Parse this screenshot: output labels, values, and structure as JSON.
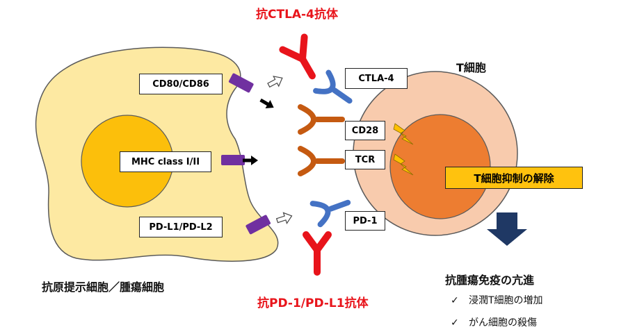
{
  "antibodies": {
    "anti_ctla4": "抗CTLA-4抗体",
    "anti_pd1": "抗PD-1/PD-L1抗体"
  },
  "cells": {
    "t_cell": "T細胞",
    "apc": "抗原提示細胞／腫瘍細胞"
  },
  "ligands": {
    "cd80_cd86": "CD80/CD86",
    "mhc": "MHC class I/II",
    "pdl1_pdl2": "PD-L1/PD-L2"
  },
  "receptors": {
    "ctla4": "CTLA-4",
    "cd28": "CD28",
    "tcr": "TCR",
    "pd1": "PD-1"
  },
  "release_label": "T細胞抑制の解除",
  "outcome": {
    "title": "抗腫瘍免疫の亢進",
    "items": [
      {
        "mark": "✓",
        "text": "浸潤T細胞の増加"
      },
      {
        "mark": "✓",
        "text": "がん細胞の殺傷"
      }
    ]
  },
  "colors": {
    "apc_fill": "#fde9a2",
    "apc_nucleus": "#fcbf0b",
    "tcell_fill": "#f8cbad",
    "tcell_nucleus": "#ed7d31",
    "ligand": "#7030a0",
    "antibody": "#e8141b",
    "blue_receptor": "#4472c4",
    "orange_receptor": "#c55a11",
    "lightning": "#ffc000",
    "down_arrow": "#1f3864"
  }
}
